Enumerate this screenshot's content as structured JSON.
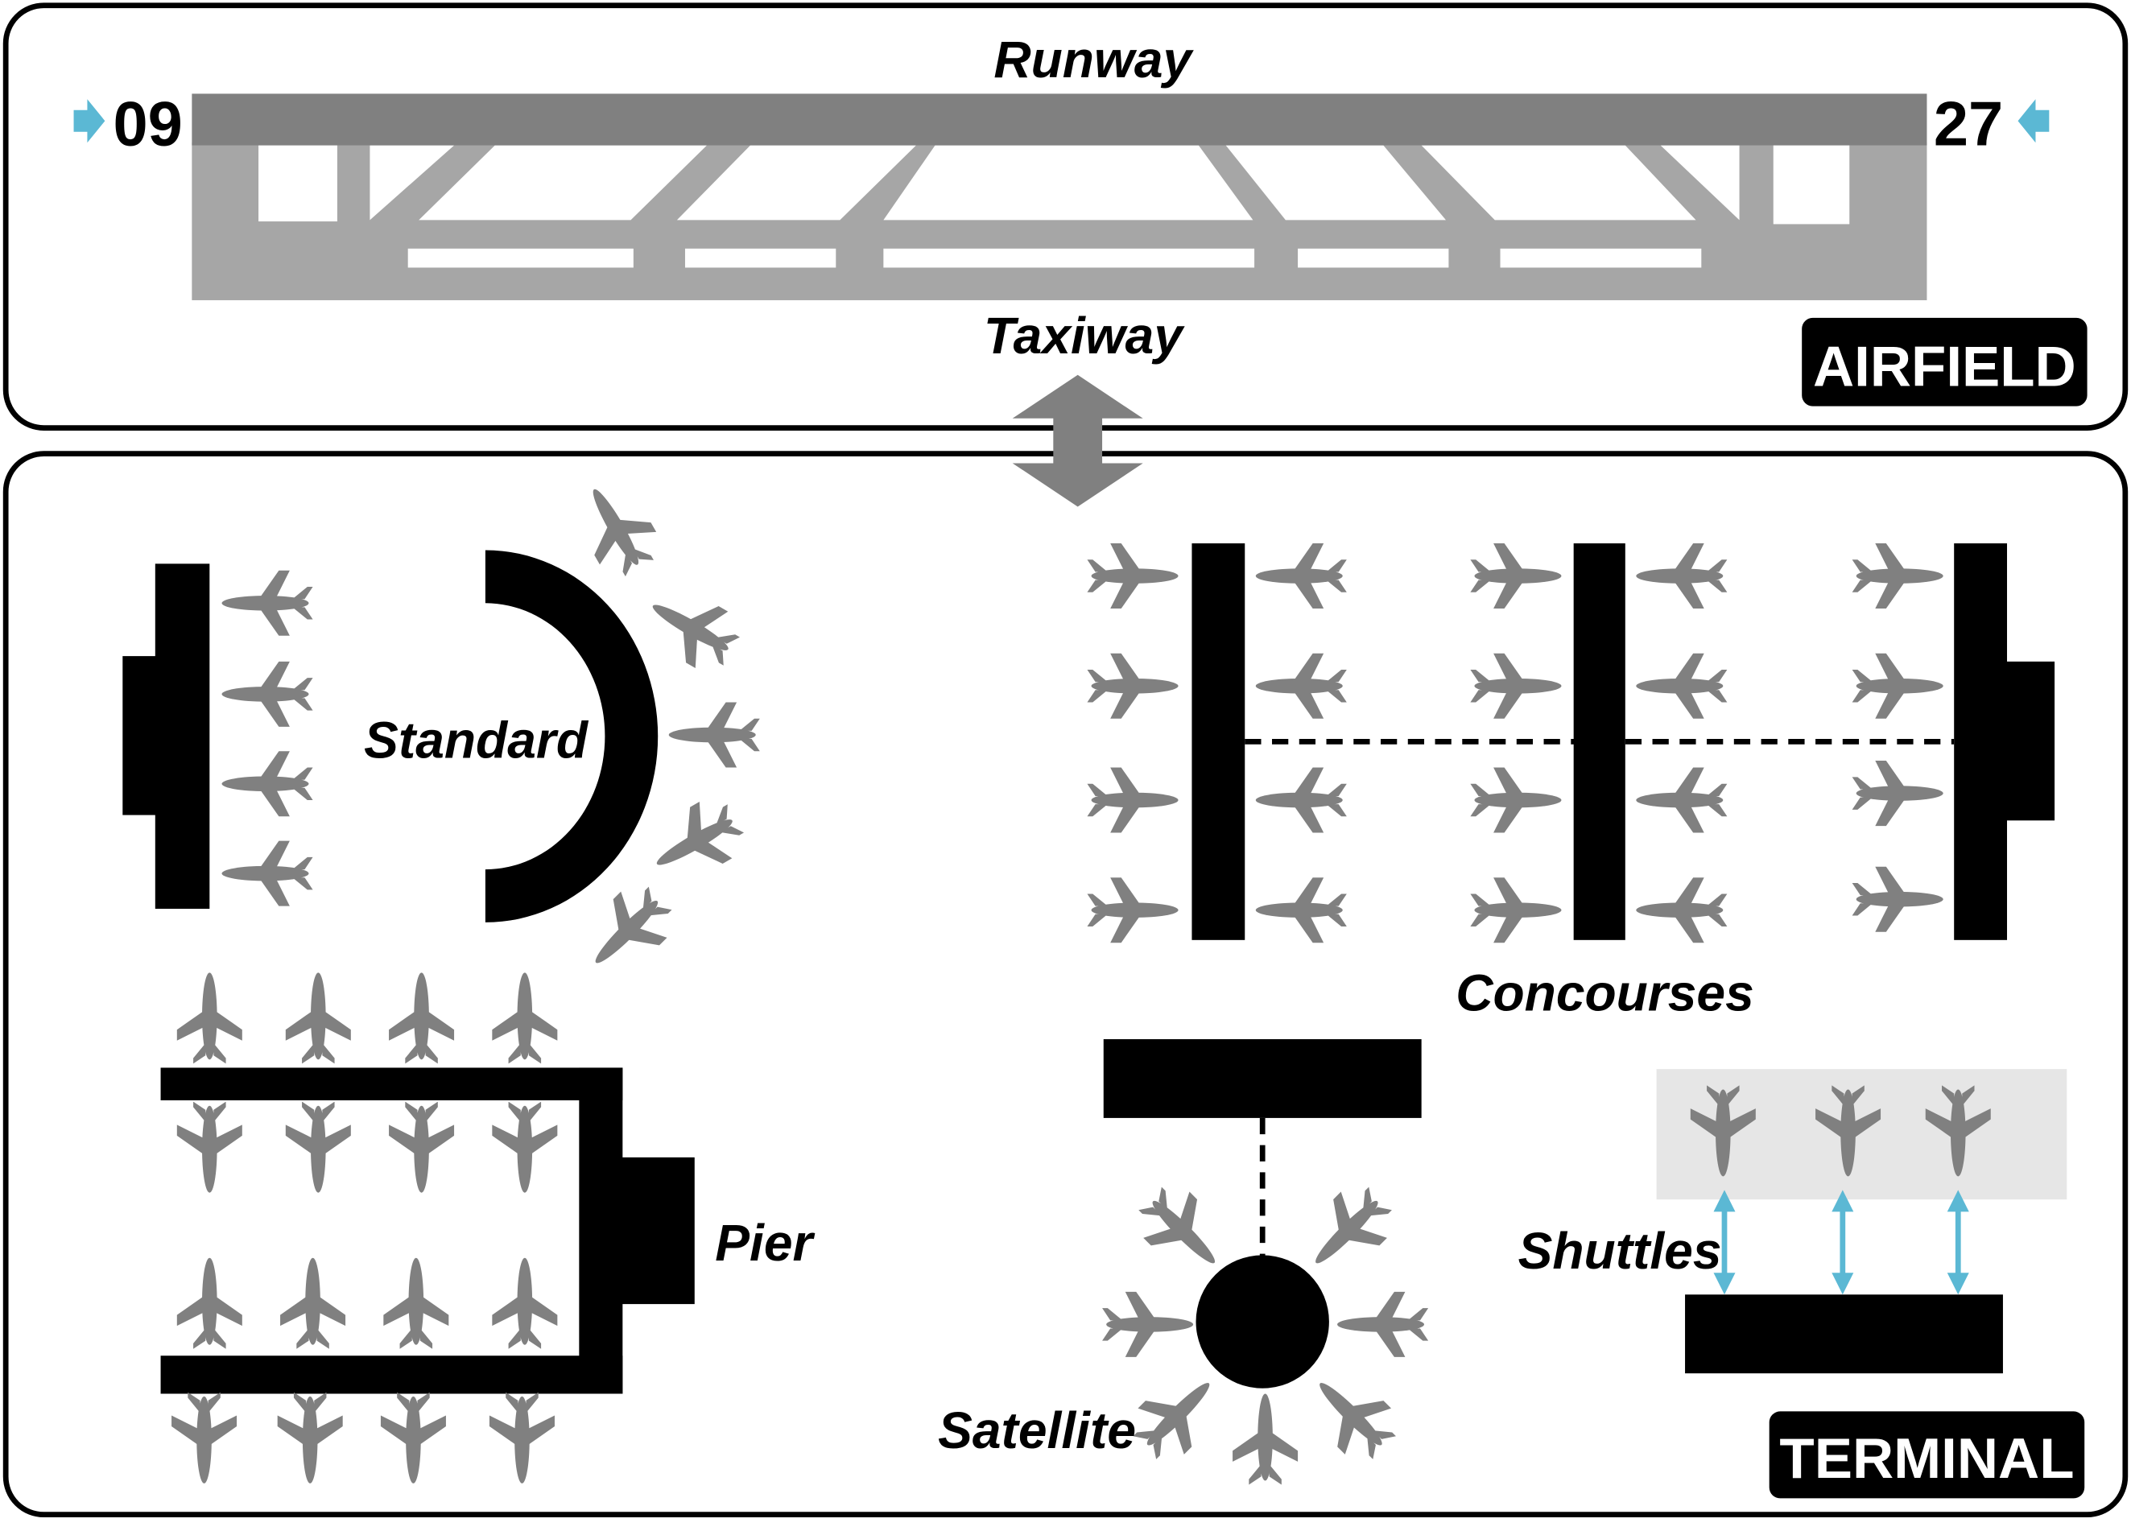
{
  "airfield": {
    "badge": "AIRFIELD",
    "runway_label": "Runway",
    "taxiway_label": "Taxiway",
    "runway_west": "09",
    "runway_east": "27"
  },
  "terminal": {
    "badge": "TERMINAL",
    "standard_label": "Standard",
    "concourses_label": "Concourses",
    "pier_label": "Pier",
    "satellite_label": "Satellite",
    "shuttles_label": "Shuttles"
  },
  "colors": {
    "runway": "#808080",
    "taxiway": "#a6a6a6",
    "aircraft": "#808080",
    "building": "#000000",
    "arrow": "#5bb8d4",
    "shuttle_zone": "#e6e6e6"
  }
}
